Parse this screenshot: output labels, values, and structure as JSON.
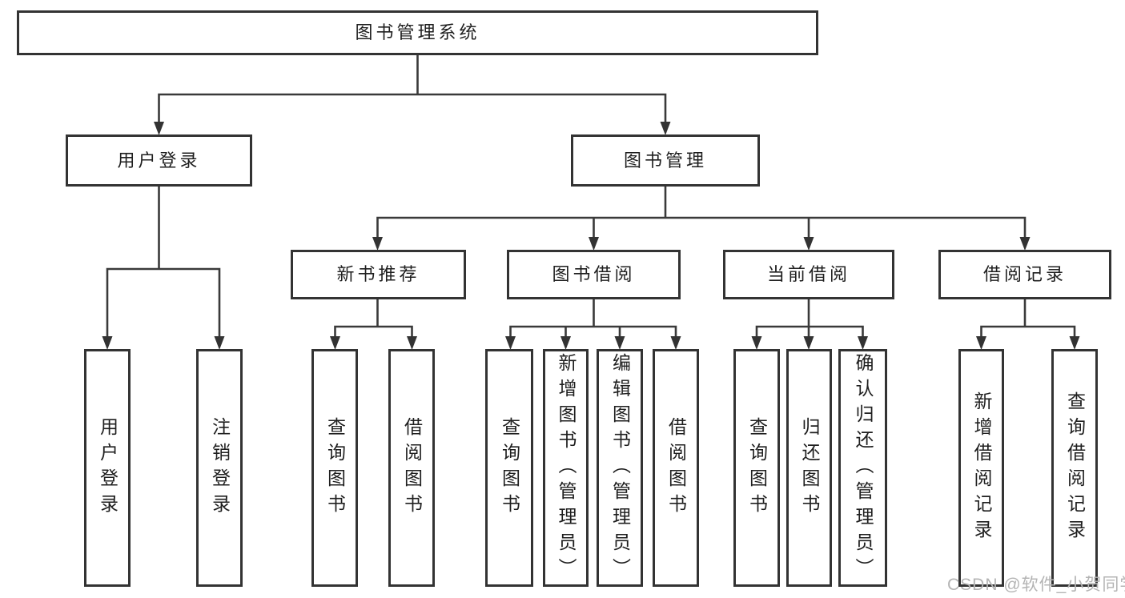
{
  "diagram": {
    "title": "图书管理系统",
    "level2": [
      "用户登录",
      "图书管理"
    ],
    "level3": [
      "新书推荐",
      "图书借阅",
      "当前借阅",
      "借阅记录"
    ],
    "leaves": {
      "login": [
        "用户登录",
        "注销登录"
      ],
      "recommend": [
        "查询图书",
        "借阅图书"
      ],
      "borrow": [
        "查询图书",
        "新增图书（管理员）",
        "编辑图书（管理员）",
        "借阅图书"
      ],
      "current": [
        "查询图书",
        "归还图书",
        "确认归还（管理员）"
      ],
      "records": [
        "新增借阅记录",
        "查询借阅记录"
      ]
    },
    "watermark": "CSDN @软件_小贺同学",
    "colors": {
      "line": "#3a3a3a",
      "border": "#333333",
      "text": "#1f1f1f",
      "watermark": "#b4b4b4",
      "background": "#ffffff"
    }
  }
}
